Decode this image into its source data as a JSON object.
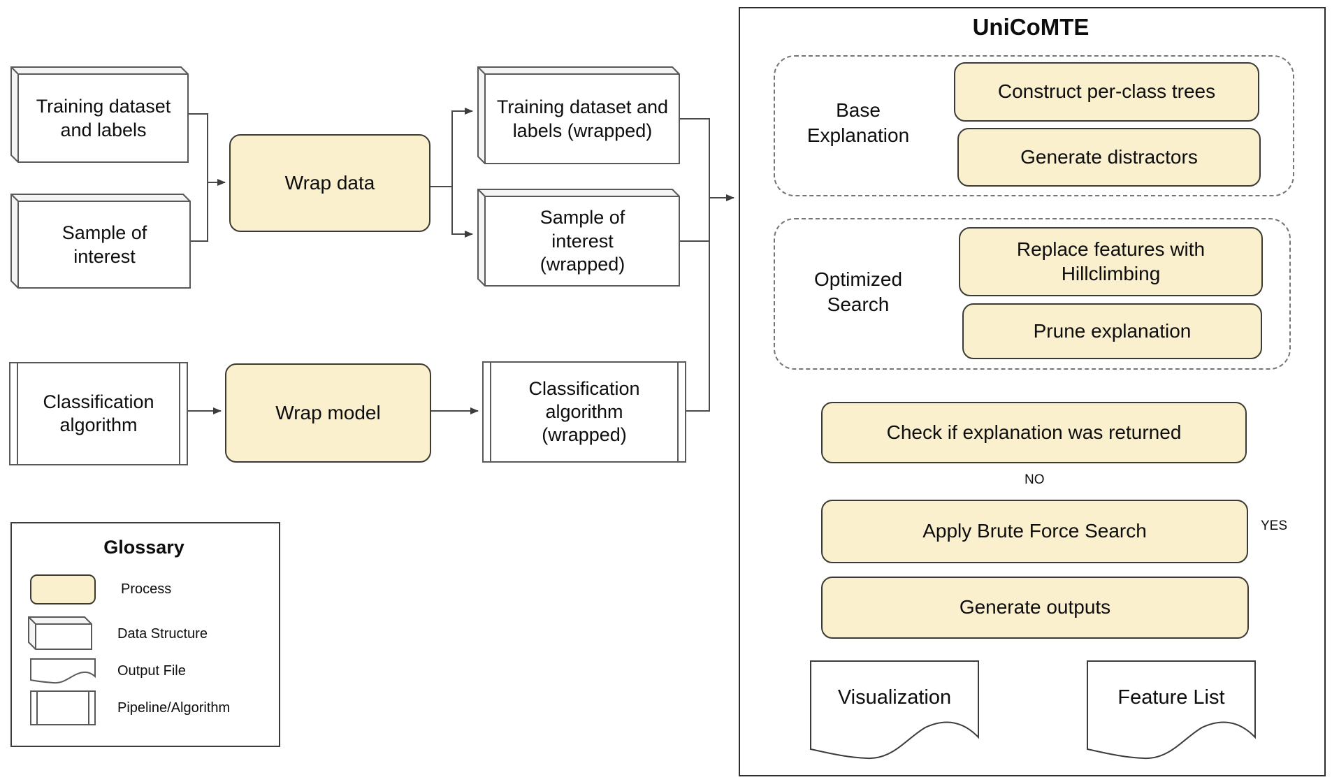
{
  "left": {
    "training_box": "Training dataset and labels",
    "sample_box": "Sample of interest",
    "wrap_data": "Wrap data",
    "training_wrapped": "Training dataset and labels (wrapped)",
    "sample_wrapped": "Sample of interest (wrapped)",
    "classification": "Classification algorithm",
    "wrap_model": "Wrap model",
    "classification_wrapped": "Classification algorithm (wrapped)"
  },
  "unicomte": {
    "title": "UniCoMTE",
    "base_group": {
      "label": "Base Explanation",
      "steps": [
        "Construct per-class trees",
        "Generate distractors"
      ]
    },
    "search_group": {
      "label": "Optimized Search",
      "steps": [
        "Replace features with Hillclimbing",
        "Prune explanation"
      ]
    },
    "check": "Check if explanation was returned",
    "no_label": "NO",
    "yes_label": "YES",
    "brute_force": "Apply Brute Force Search",
    "generate": "Generate outputs",
    "outputs": [
      "Visualization",
      "Feature List"
    ]
  },
  "glossary": {
    "title": "Glossary",
    "items": [
      {
        "shape": "process",
        "label": "Process"
      },
      {
        "shape": "data-structure",
        "label": "Data Structure"
      },
      {
        "shape": "output-file",
        "label": "Output File"
      },
      {
        "shape": "pipeline",
        "label": "Pipeline/Algorithm"
      }
    ]
  },
  "colors": {
    "process_fill": "#FAF0CE",
    "cube_face": "#F5F5F5",
    "line": "#454545"
  }
}
